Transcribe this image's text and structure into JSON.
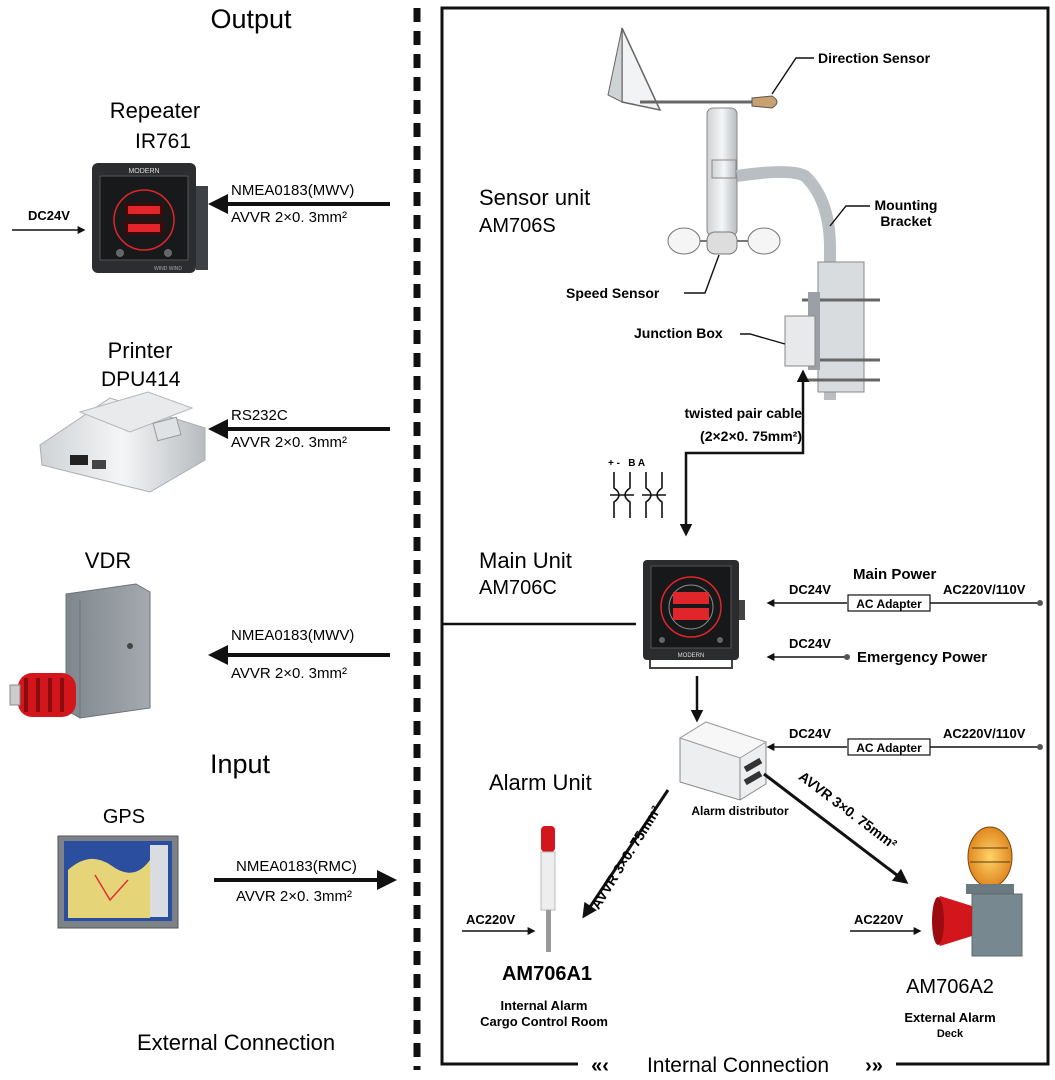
{
  "left": {
    "output_heading": "Output",
    "repeater": {
      "title": "Repeater",
      "model": "IR761",
      "brand": "MODERN",
      "footer": "WIND WIND",
      "power": "DC24V",
      "signal": "NMEA0183(MWV)",
      "cable": "AVVR 2×0. 3mm²"
    },
    "printer": {
      "title": "Printer",
      "model": "DPU414",
      "signal": "RS232C",
      "cable": "AVVR 2×0. 3mm²"
    },
    "vdr": {
      "title": "VDR",
      "signal": "NMEA0183(MWV)",
      "cable": "AVVR 2×0. 3mm²"
    },
    "input_heading": "Input",
    "gps": {
      "title": "GPS",
      "signal": "NMEA0183(RMC)",
      "cable": "AVVR 2×0. 3mm²"
    },
    "external_connection": "External Connection"
  },
  "right": {
    "internal_connection": "Internal Connection",
    "sensor": {
      "title": "Sensor unit",
      "model": "AM706S",
      "direction_sensor": "Direction Sensor",
      "mounting_bracket": "Mounting Bracket",
      "speed_sensor": "Speed Sensor",
      "junction_box": "Junction Box"
    },
    "cable": {
      "name": "twisted pair cable",
      "spec": "(2×2×0. 75mm²)",
      "polarity": "+ -   B A"
    },
    "main": {
      "title": "Main Unit",
      "model": "AM706C",
      "brand": "MODERN",
      "main_power": "Main Power",
      "dc24v": "DC24V",
      "adapter": "AC Adapter",
      "ac_in": "AC220V/110V",
      "emergency": "Emergency Power"
    },
    "alarm": {
      "title": "Alarm Unit",
      "distributor": "Alarm distributor",
      "dc24v": "DC24V",
      "adapter": "AC Adapter",
      "ac_in": "AC220V/110V",
      "cable": "AVVR 3×0. 75mm²",
      "a1": {
        "model": "AM706A1",
        "desc1": "Internal Alarm",
        "desc2": "Cargo Control Room",
        "power": "AC220V"
      },
      "a2": {
        "model": "AM706A2",
        "desc1": "External Alarm",
        "desc2": "Deck",
        "power": "AC220V"
      }
    }
  },
  "colors": {
    "line": "#111111",
    "device_dark": "#2a2c2e",
    "display_red": "#e0262a",
    "vdr_gray": "#8a9096",
    "alarm_red": "#d2161c",
    "amber": "#f0a020"
  }
}
